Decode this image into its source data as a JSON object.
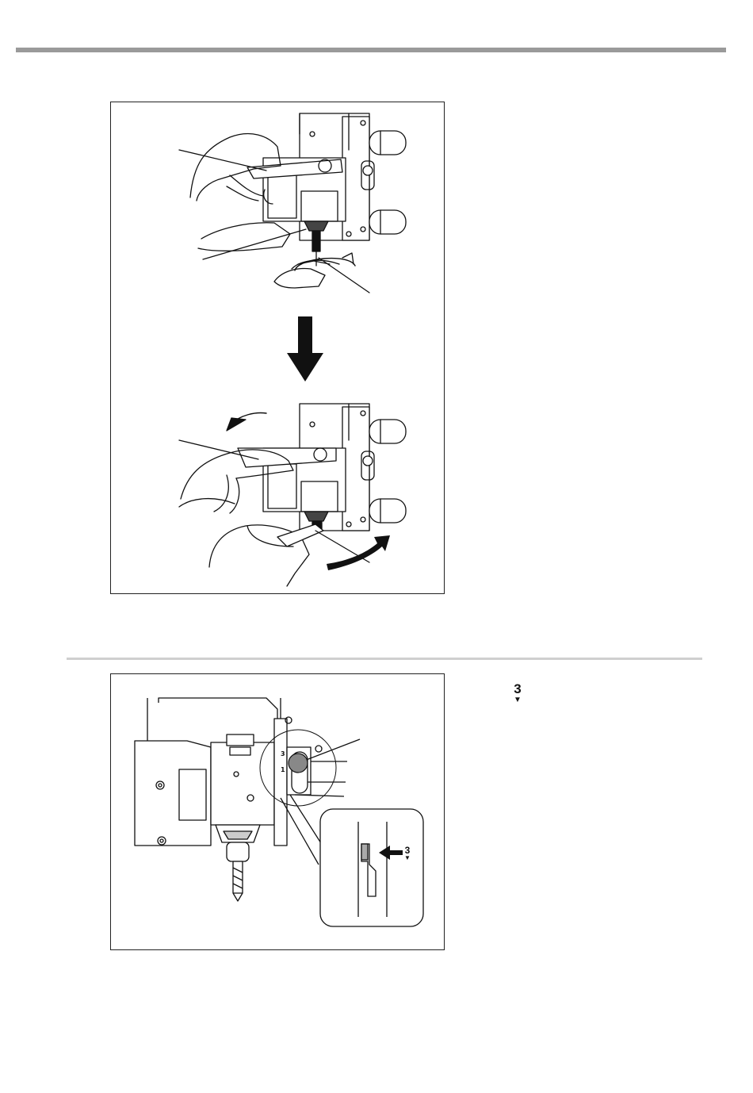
{
  "side_marker": {
    "number": "3",
    "arrow": "▼"
  },
  "inset_marker": {
    "number": "3",
    "arrow": "▼"
  },
  "slot_labels": {
    "upper": "3",
    "lower": "1"
  }
}
